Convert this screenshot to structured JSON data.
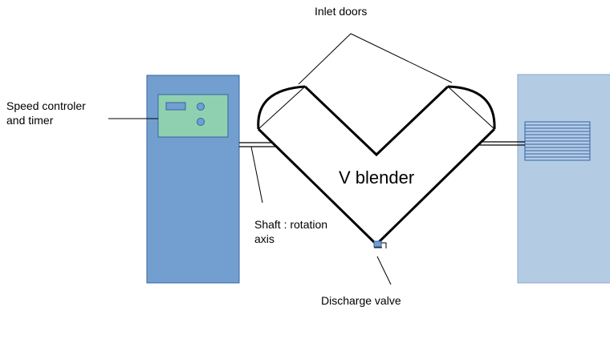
{
  "labels": {
    "inlet_doors": "Inlet doors",
    "speed_controller": [
      "Speed controler",
      "and timer"
    ],
    "v_blender": "V blender",
    "shaft": [
      "Shaft : rotation",
      "axis"
    ],
    "discharge_valve": "Discharge valve"
  },
  "colors": {
    "motor_box": "#729fcf",
    "motor_border": "#3465a4",
    "control_panel": "#8fd0b0",
    "right_box": "#b4cbe4",
    "grille": "#3465a4"
  }
}
